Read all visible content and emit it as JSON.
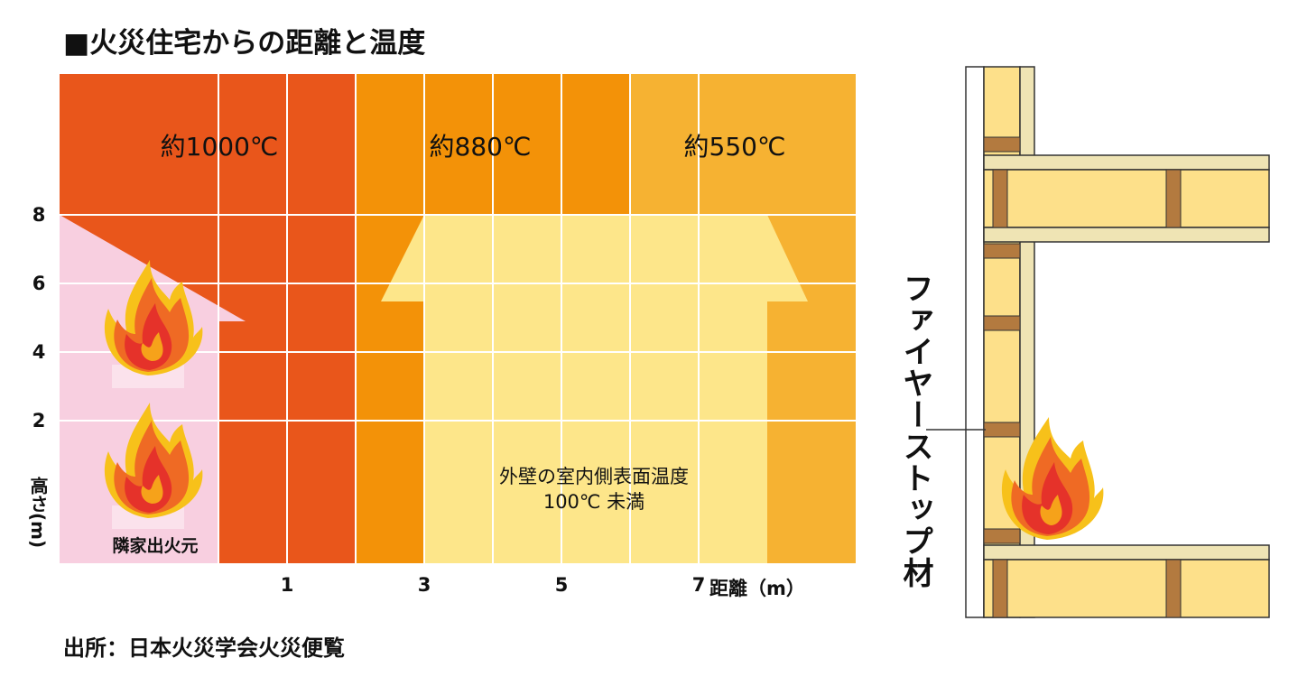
{
  "title": "■火災住宅からの距離と温度",
  "source": "出所：日本火災学会火災便覧",
  "chart": {
    "y_axis": {
      "label": "高さ(m)",
      "ticks": [
        "8",
        "6",
        "4",
        "2"
      ]
    },
    "x_axis": {
      "ticks": [
        "1",
        "3",
        "5",
        "7"
      ],
      "label": "距離（m）"
    },
    "zones": [
      {
        "label": "約1000℃",
        "color": "#e9561b"
      },
      {
        "label": "約880℃",
        "color": "#f39208"
      },
      {
        "label": "約550℃",
        "color": "#f6b232"
      }
    ],
    "neighbor_house": {
      "label": "隣家出火元",
      "color": "#f8cfe0"
    },
    "interior_wall_zone": {
      "label_line1": "外壁の室内側表面温度",
      "label_line2": "100℃ 未満",
      "color": "#fde68a"
    }
  },
  "wall_diagram": {
    "label": "ファイヤーストップ材"
  }
}
